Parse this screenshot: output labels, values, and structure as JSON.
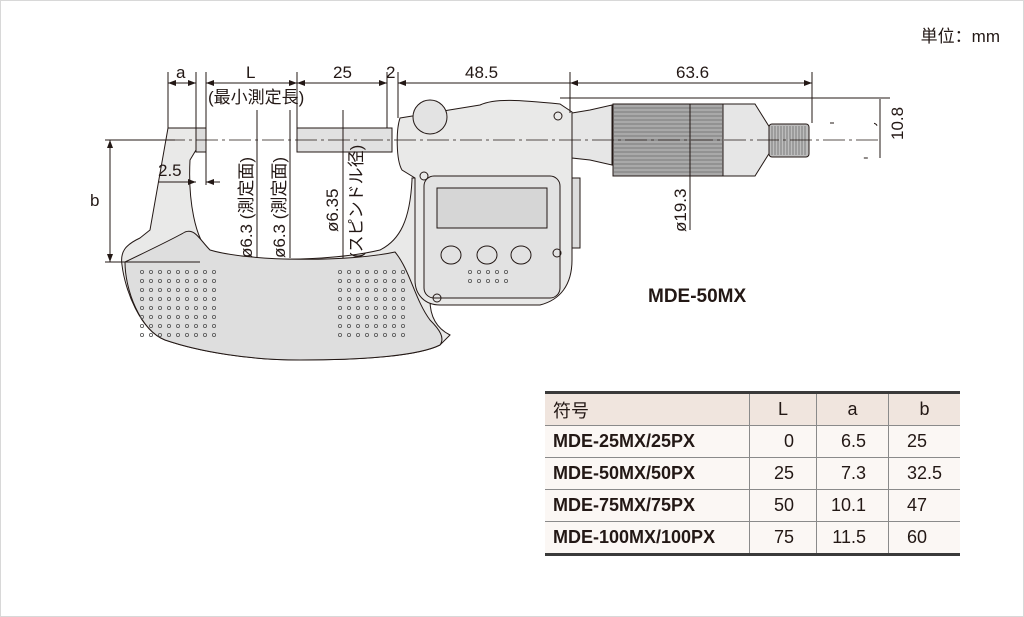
{
  "unit_label": "単位：mm",
  "model_label": "MDE-50MX",
  "dimensions": {
    "a": "a",
    "L": "L",
    "L_note": "(最小測定長)",
    "d25": "25",
    "d2": "2",
    "d48_5": "48.5",
    "d63_6": "63.6",
    "d10_8": "10.8",
    "d2_5": "2.5",
    "b": "b",
    "anvil_face": "ø6.3 (測定面)",
    "spindle_face": "ø6.3 (測定面)",
    "spindle_dia": "ø6.35",
    "spindle_dia_note": "(スピンドル径)",
    "thimble_dia": "ø19.3"
  },
  "table": {
    "headers": [
      "符号",
      "L",
      "a",
      "b"
    ],
    "rows": [
      [
        "MDE-25MX/25PX",
        "0",
        "6.5",
        "25"
      ],
      [
        "MDE-50MX/50PX",
        "25",
        "7.3",
        "32.5"
      ],
      [
        "MDE-75MX/75PX",
        "50",
        "10.1",
        "47"
      ],
      [
        "MDE-100MX/100PX",
        "75",
        "11.5",
        "60"
      ]
    ]
  }
}
